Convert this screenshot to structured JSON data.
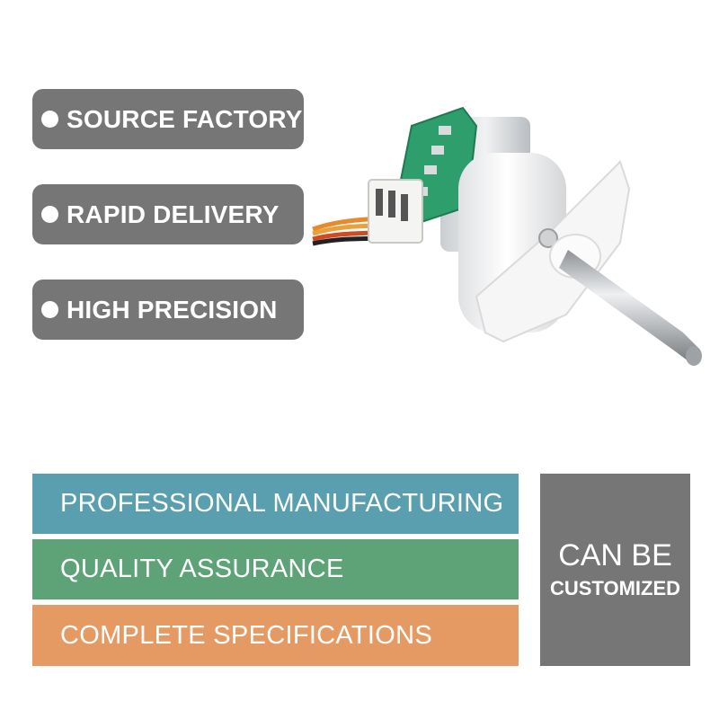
{
  "features": [
    {
      "label": "SOURCE FACTORY"
    },
    {
      "label": "RAPID DELIVERY"
    },
    {
      "label": "HIGH PRECISION"
    }
  ],
  "bars": [
    {
      "label": "PROFESSIONAL MANUFACTURING",
      "color": "#5a9fb0"
    },
    {
      "label": "QUALITY ASSURANCE",
      "color": "#5ea377"
    },
    {
      "label": "COMPLETE SPECIFICATIONS",
      "color": "#e59a63"
    }
  ],
  "custom_box": {
    "line1": "CAN BE",
    "line2": "CUSTOMIZED",
    "color": "#767676"
  },
  "product_image": {
    "icon": "stepper-motor-icon"
  }
}
